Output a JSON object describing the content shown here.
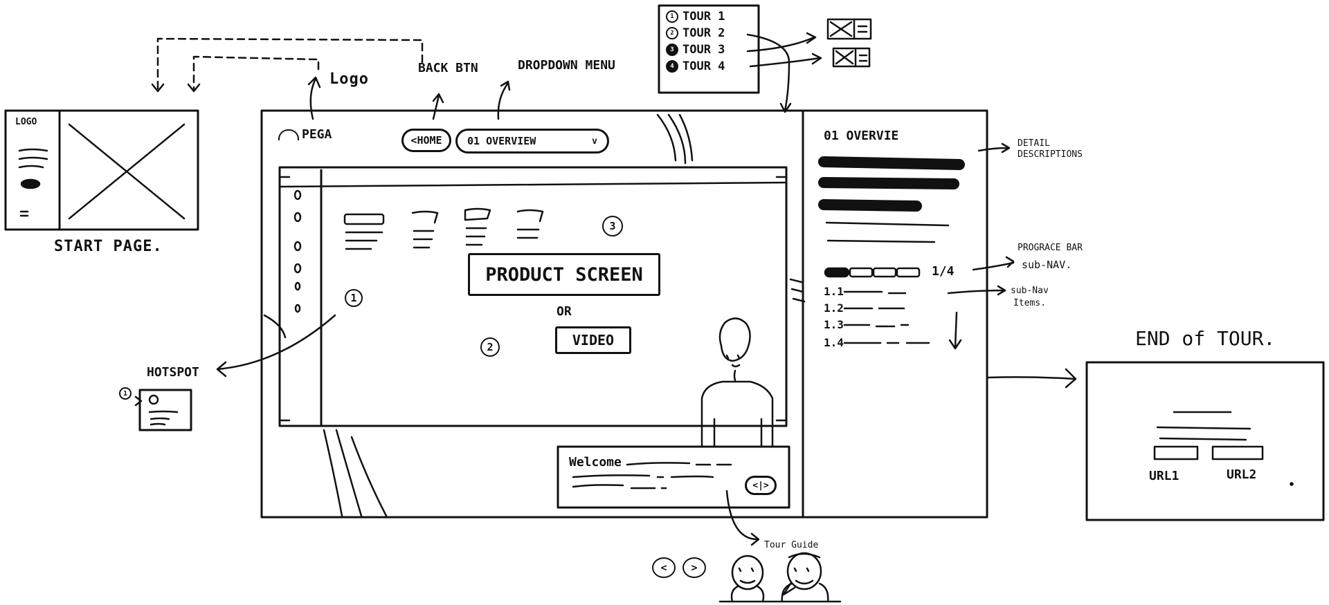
{
  "start_page": {
    "logo": "LOGO",
    "caption": "START PAGE."
  },
  "annotations": {
    "logo": "Logo",
    "back_btn": "BACK BTN",
    "dropdown_menu": "DROPDOWN MENU",
    "detail_descriptions": "DETAIL DESCRIPTIONS",
    "progress_bar": "PROGRACE BAR",
    "sub_nav": "sub-NAV.",
    "sub_nav_items_1": "sub-Nav",
    "sub_nav_items_2": "Items.",
    "hotspot": "HOTSPOT",
    "tour_guide": "Tour Guide"
  },
  "dropdown": {
    "items": [
      "TOUR 1",
      "TOUR 2",
      "TOUR 3",
      "TOUR 4"
    ]
  },
  "app": {
    "brand": "PEGA",
    "back_button": "<HOME",
    "section_select": "01 OVERVIEW",
    "chevron": "v",
    "product_screen": "PRODUCT SCREEN",
    "or": "OR",
    "video": "VIDEO",
    "hotspots": [
      "1",
      "2",
      "3"
    ],
    "welcome": "Welcome",
    "nav_control": "<|>"
  },
  "side_panel": {
    "title": "01 OVERVIE",
    "progress_text": "1/4",
    "progress": 0.25,
    "subnav": [
      "1.1",
      "1.2",
      "1.3",
      "1.4"
    ]
  },
  "hotspot_card": {
    "number": "1"
  },
  "end_of_tour": {
    "title": "END of TOUR.",
    "links": [
      "URL1",
      "URL2"
    ]
  },
  "guide_nav": {
    "prev": "<",
    "next": ">"
  }
}
